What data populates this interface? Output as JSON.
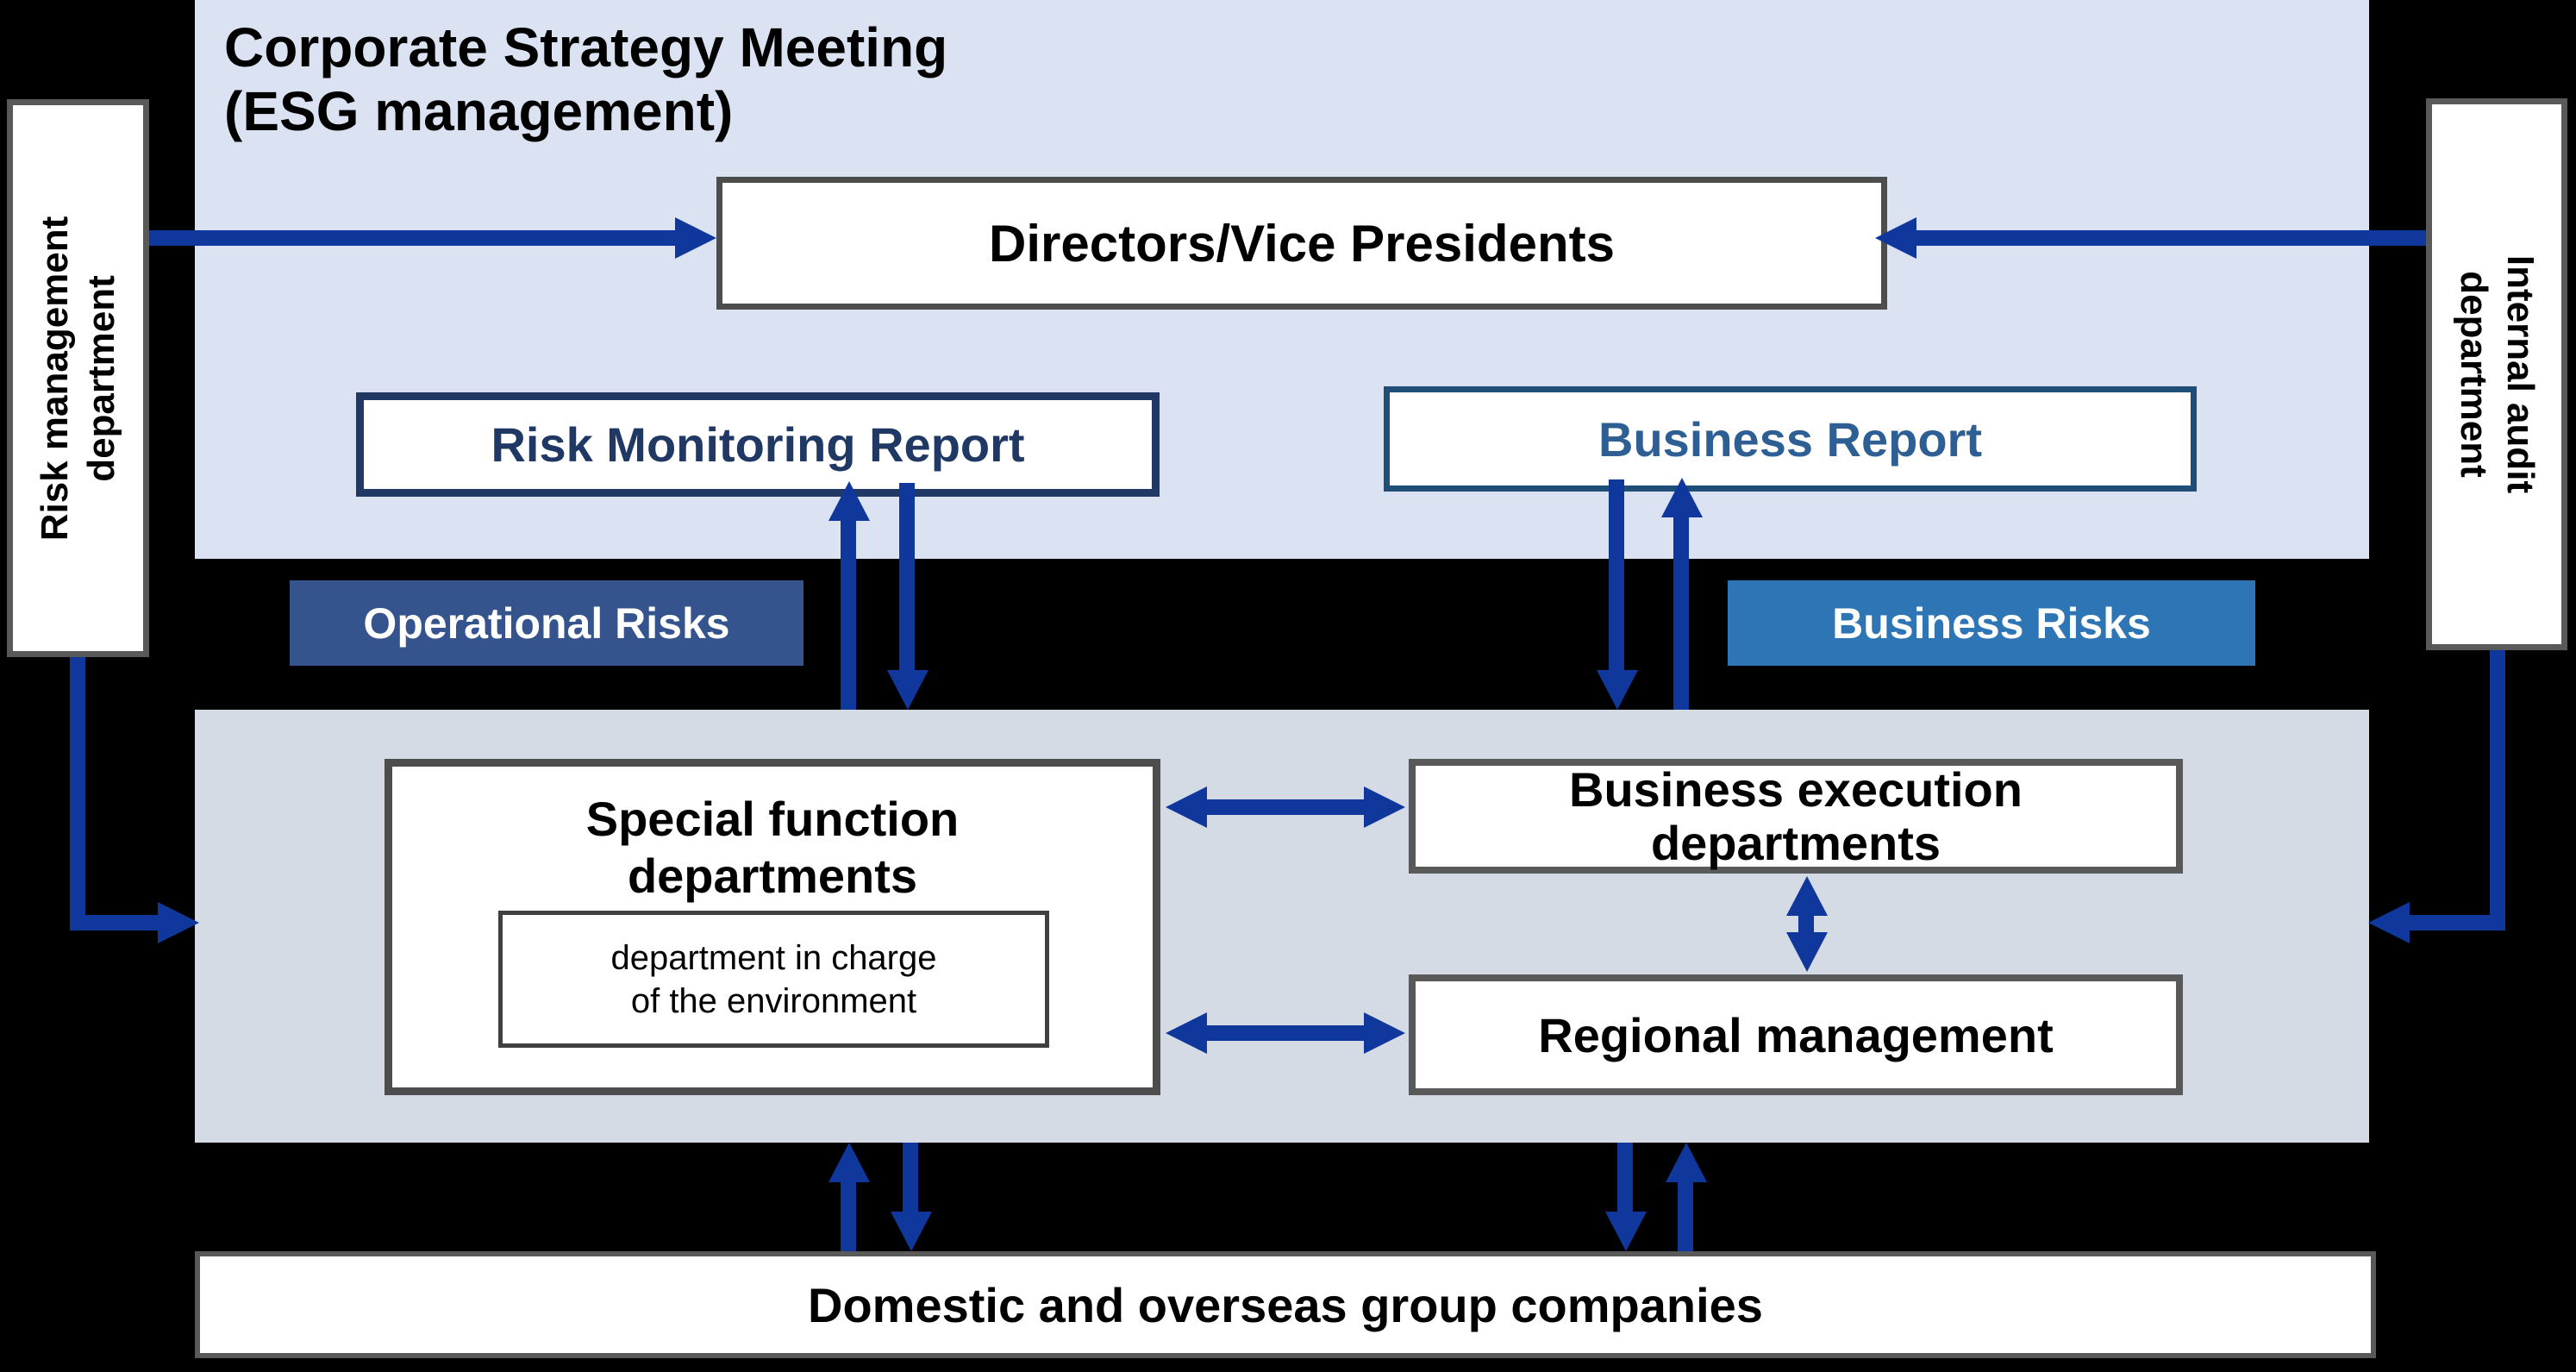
{
  "diagram_title": {
    "line1": "Corporate Strategy Meeting",
    "line2": "(ESG management)"
  },
  "top_panel": {
    "directors_label": "Directors/Vice Presidents",
    "risk_monitoring_report_label": "Risk Monitoring Report",
    "business_report_label": "Business Report"
  },
  "side_boxes": {
    "risk_management_line1": "Risk management",
    "risk_management_line2": "department",
    "internal_audit_line1": "Internal audit",
    "internal_audit_line2": "department"
  },
  "badges": {
    "operational_risks": "Operational Risks",
    "business_risks": "Business Risks"
  },
  "lower_panel": {
    "special_function_line1": "Special function",
    "special_function_line2": "departments",
    "environment_line1": "department in charge",
    "environment_line2": "of the environment",
    "business_execution_line1": "Business execution",
    "business_execution_line2": "departments",
    "regional_management_label": "Regional management"
  },
  "bottom_bar": {
    "label": "Domestic and overseas group companies"
  },
  "colors": {
    "page_background": "#000000",
    "top_panel_background": "#dbe3f3",
    "lower_panel_background": "#d5dbe5",
    "arrow_blue": "#10389c",
    "operational_risks_badge": "#35548d",
    "business_risks_badge": "#2e75b6",
    "risk_monitoring_border_text": "#1f3864",
    "business_report_border": "#1f4e79",
    "business_report_text": "#2e5f94",
    "box_border_gray": "#595959"
  }
}
